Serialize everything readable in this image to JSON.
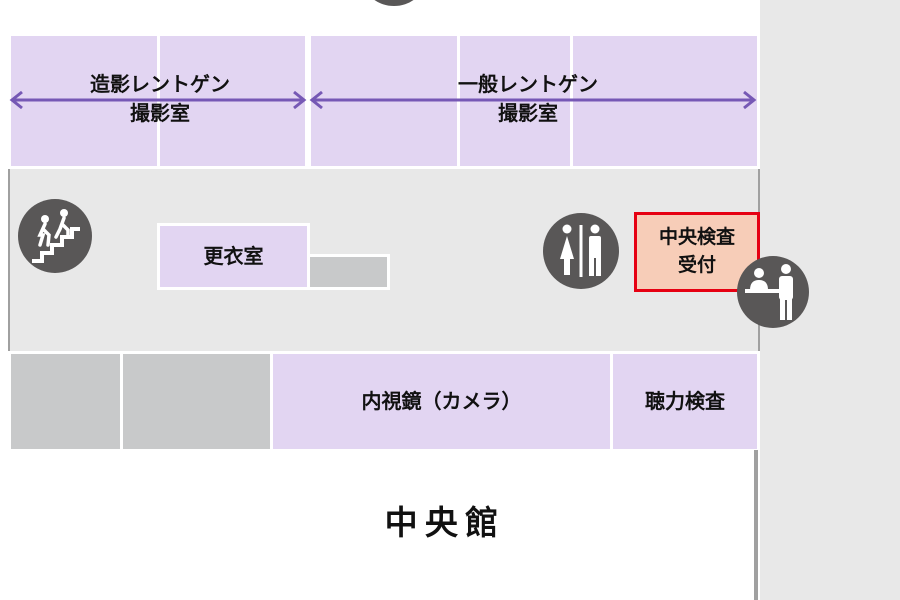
{
  "rooms": {
    "contrast_xray": "造影レントゲン",
    "general_xray": "一般レントゲン",
    "imaging_room": "撮影室",
    "changing_room": "更衣室",
    "endoscopy": "内視鏡（カメラ）",
    "hearing_test": "聴力検査"
  },
  "reception": {
    "line1": "中央検査",
    "line2": "受付"
  },
  "building": {
    "name": "中央館"
  },
  "icons": {
    "stairs": "stairs-icon",
    "restroom": "restroom-icon",
    "reception": "reception-desk-icon"
  },
  "colors": {
    "room_fill": "#e2d5f2",
    "arrow": "#7658b5",
    "reception_fill": "#f7cdb8",
    "reception_border": "#e60012",
    "icon_bg": "#595757",
    "corridor": "#e8e8e8",
    "gray_room": "#c8c9ca"
  }
}
